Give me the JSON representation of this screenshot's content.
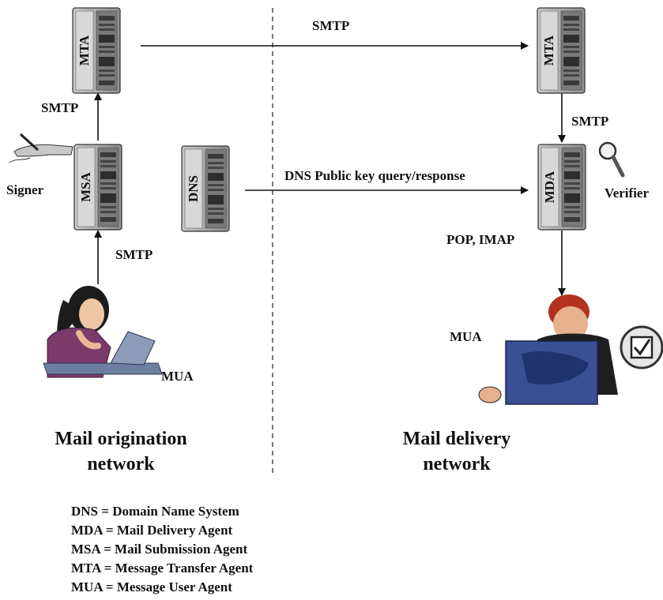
{
  "servers": {
    "mta_origin": "MTA",
    "msa": "MSA",
    "dns": "DNS",
    "mta_delivery": "MTA",
    "mda": "MDA"
  },
  "labels": {
    "smtp_top": "SMTP",
    "smtp_left_upper": "SMTP",
    "smtp_left_lower": "SMTP",
    "smtp_right": "SMTP",
    "dns_query": "DNS Public key query/response",
    "pop_imap": "POP, IMAP",
    "signer": "Signer",
    "verifier": "Verifier",
    "mua_left": "MUA",
    "mua_right": "MUA"
  },
  "networks": {
    "origination_line1": "Mail origination",
    "origination_line2": "network",
    "delivery_line1": "Mail delivery",
    "delivery_line2": "network"
  },
  "legend": [
    "DNS = Domain Name System",
    "MDA = Mail Delivery Agent",
    "MSA = Mail Submission Agent",
    "MTA = Message Transfer Agent",
    "MUA = Message User Agent"
  ],
  "icons": [
    "signer-pen-hand-icon",
    "magnifier-icon",
    "checkmark-badge-icon",
    "woman-laptop-icon",
    "man-laptop-icon",
    "server-tower-icon"
  ]
}
